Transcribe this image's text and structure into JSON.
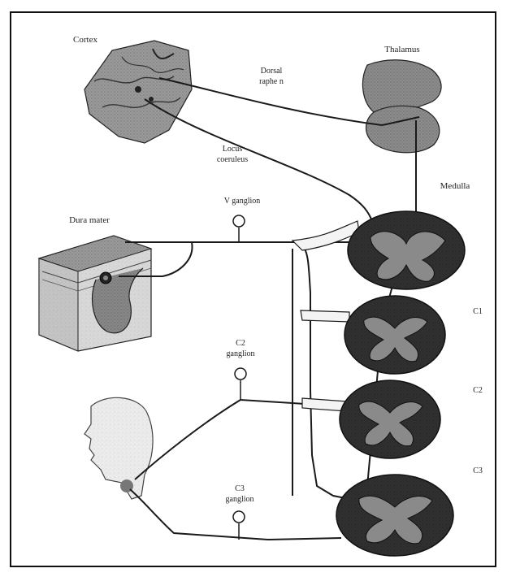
{
  "labels": {
    "cortex": "Cortex",
    "dorsal_line1": "Dorsal",
    "dorsal_line2": "raphe n",
    "thalamus": "Thalamus",
    "locus_line1": "Locus",
    "locus_line2": "coeruleus",
    "medulla": "Medulla",
    "v_ganglion": "V ganglion",
    "dura_mater": "Dura mater",
    "c1": "C1",
    "c2_ganglion_line1": "C2",
    "c2_ganglion_line2": "ganglion",
    "c2": "C2",
    "c3": "C3",
    "c3_ganglion_line1": "C3",
    "c3_ganglion_line2": "ganglion"
  },
  "colors": {
    "frame": "#111111",
    "pathway": "#1a1a1a",
    "fiber_fill": "#f4f4f4",
    "section_dark": "#2f2f2f",
    "section_gray": "#8a8a8a",
    "cortex_fill": "#9a9a9a",
    "thalamus_fill": "#8c8c8c",
    "dura_fill": "#c9c9c9",
    "head_fill": "#ebebeb"
  }
}
